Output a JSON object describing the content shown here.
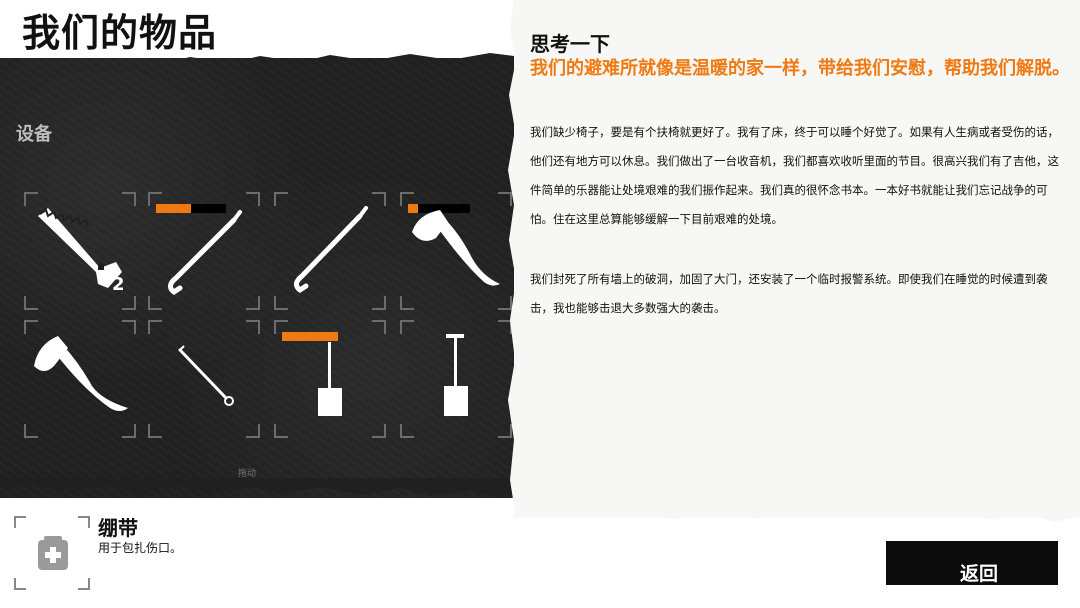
{
  "page": {
    "title": "我们的物品"
  },
  "inventory": {
    "category": "设备",
    "scroll_hint": "拖动",
    "items": [
      {
        "icon": "saw-icon",
        "count": "2"
      },
      {
        "icon": "crowbar-icon",
        "durability": 0.5
      },
      {
        "icon": "crowbar-icon"
      },
      {
        "icon": "hatchet-icon",
        "durability": 0.16
      },
      {
        "icon": "axe-icon"
      },
      {
        "icon": "lockpick-icon"
      },
      {
        "icon": "shovel-icon",
        "durability": 1.0
      },
      {
        "icon": "shovel-icon"
      }
    ]
  },
  "thoughts": {
    "heading": "思考一下",
    "subtitle": "我们的避难所就像是温暖的家一样，带给我们安慰，帮助我们解脱。",
    "paragraph1": "我们缺少椅子，要是有个扶椅就更好了。我有了床，终于可以睡个好觉了。如果有人生病或者受伤的话，他们还有地方可以休息。我们做出了一台收音机，我们都喜欢收听里面的节目。很高兴我们有了吉他，这件简单的乐器能让处境艰难的我们振作起来。我们真的很怀念书本。一本好书就能让我们忘记战争的可怕。住在这里总算能够缓解一下目前艰难的处境。",
    "paragraph2": "我们封死了所有墙上的破洞，加固了大门，还安装了一个临时报警系统。即使我们在睡觉的时候遭到袭击，我也能够击退大多数强大的袭击。"
  },
  "selected_item": {
    "icon": "bandage-icon",
    "name": "绷带",
    "description": "用于包扎伤口。"
  },
  "back_button": {
    "label": "返回"
  },
  "colors": {
    "accent": "#f07a12",
    "board": "#202020",
    "paper": "#f7f7f5"
  }
}
